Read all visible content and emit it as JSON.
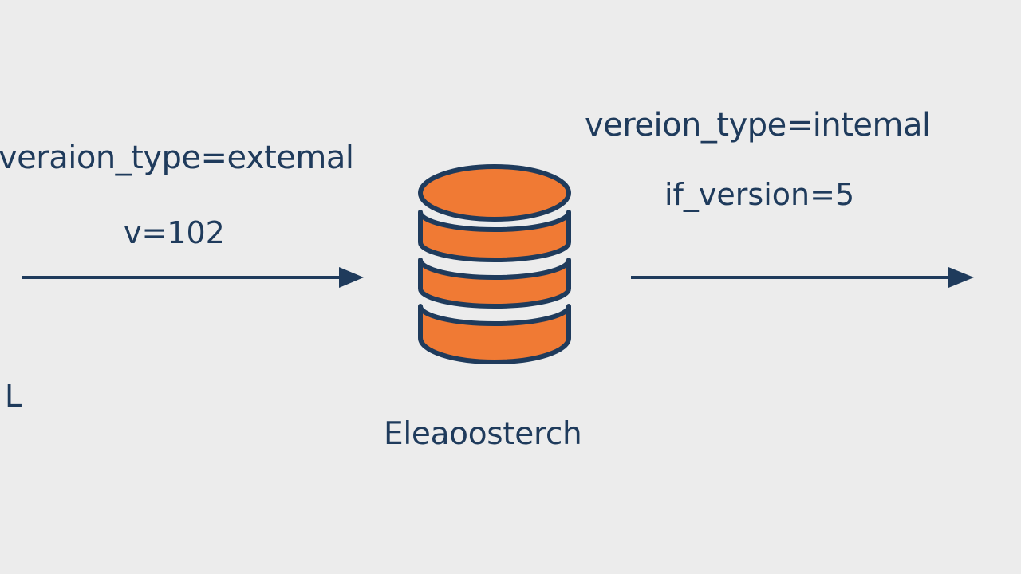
{
  "incoming": {
    "parameter": "veraion_type=extemal",
    "value": "v=102"
  },
  "outgoing": {
    "parameter": "vereion_type=intemal",
    "value": "if_version=5"
  },
  "edge_fragment": "L",
  "database": {
    "label": "Eleaoosterch",
    "icon": "database-icon"
  },
  "colors": {
    "background": "#ececec",
    "ink": "#1f3b5c",
    "database_fill": "#f07a34"
  }
}
